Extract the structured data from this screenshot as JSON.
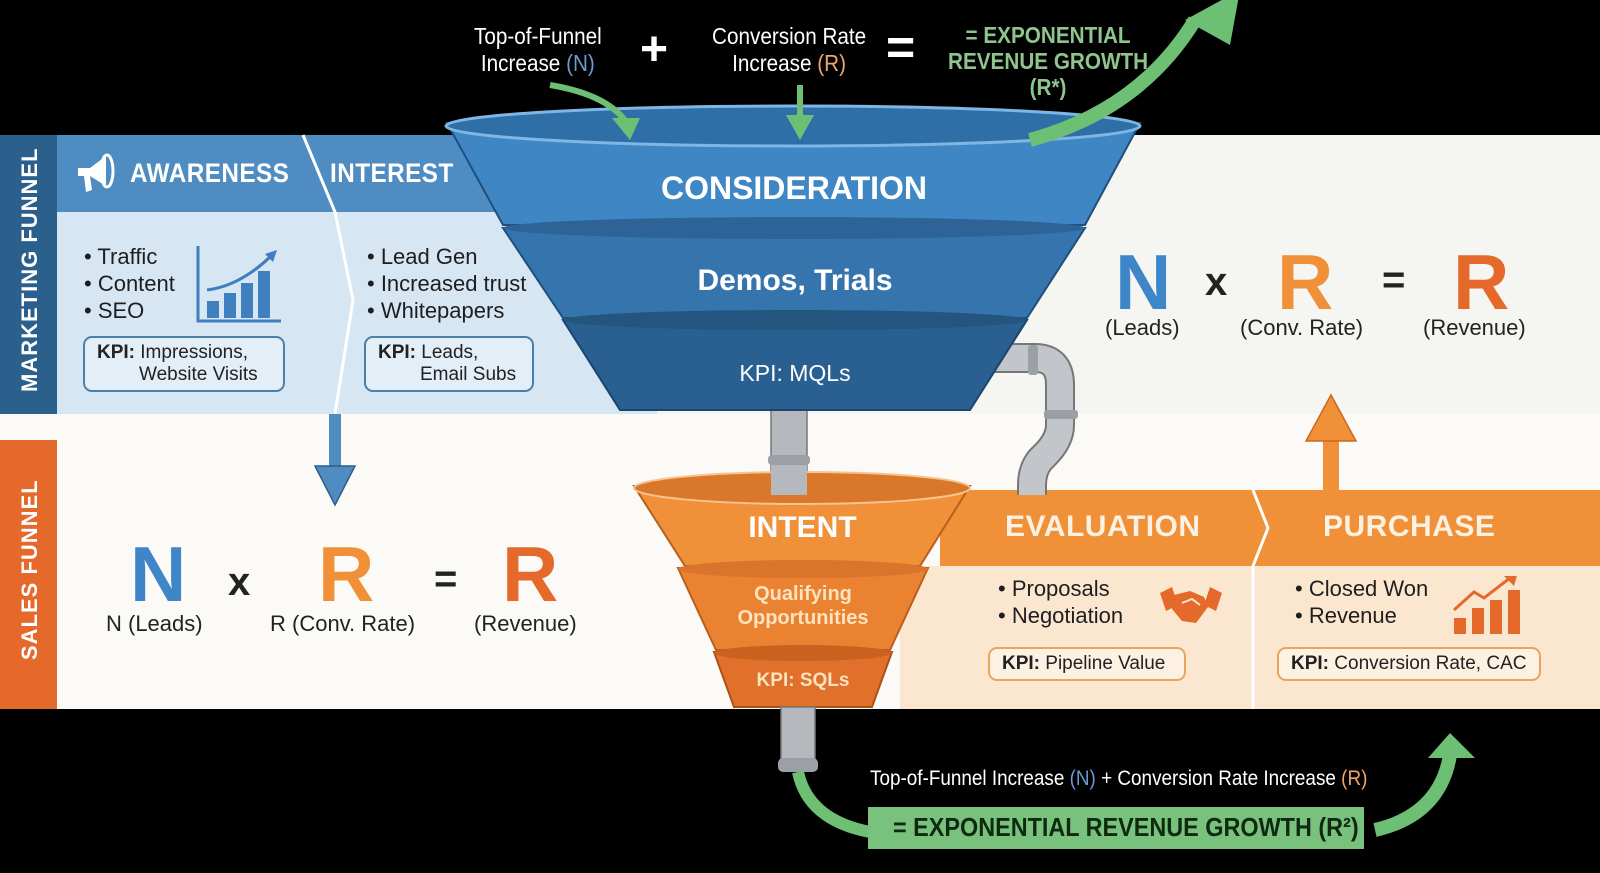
{
  "colors": {
    "blue": "#4e8cc2",
    "blue_dark": "#2b5f8c",
    "orange": "#f0913a",
    "orange_dark": "#e4692a",
    "green": "#6dbf73",
    "background": "#000000"
  },
  "header": {
    "term1_line1": "Top-of-Funnel",
    "term1_line2": "Increase",
    "term1_var": "(N)",
    "plus": "+",
    "term2_line1": "Conversion Rate",
    "term2_line2": "Increase",
    "term2_var": "(R)",
    "equals": "=",
    "result_line1": "= EXPONENTIAL",
    "result_line2": "REVENUE GROWTH",
    "result_line3": "(R*)"
  },
  "marketing_funnel": {
    "side_label": "MARKETING FUNNEL",
    "awareness": {
      "title": "AWARENESS",
      "icon": "megaphone-icon",
      "bullets": [
        "• Traffic",
        "• Content",
        "• SEO"
      ],
      "chart_icon": "bar-chart-growth-icon",
      "kpi_label": "KPI:",
      "kpi_line1": "Impressions,",
      "kpi_line2": "Website Visits"
    },
    "interest": {
      "title": "INTEREST",
      "bullets": [
        "• Lead Gen",
        "• Increased trust",
        "• Whitepapers"
      ],
      "kpi_label": "KPI:",
      "kpi_line1": "Leads,",
      "kpi_line2": "Email Subs"
    },
    "consideration_funnel": {
      "tier1": "CONSIDERATION",
      "tier2": "Demos, Trials",
      "tier3": "KPI: MQLs"
    }
  },
  "formula_top": {
    "n": "N",
    "n_caption": "(Leads)",
    "times": "x",
    "r": "R",
    "r_caption": "(Conv. Rate)",
    "equals": "=",
    "result": "R",
    "result_caption": "(Revenue)"
  },
  "sales_funnel": {
    "side_label": "SALES FUNNEL",
    "formula": {
      "n": "N",
      "n_caption": "N (Leads)",
      "times": "x",
      "r": "R",
      "r_caption": "R (Conv. Rate)",
      "equals": "=",
      "result": "R",
      "result_caption": "(Revenue)"
    },
    "intent_funnel": {
      "tier1": "INTENT",
      "tier2_line1": "Qualifying",
      "tier2_line2": "Opportunities",
      "tier3": "KPI: SQLs"
    },
    "evaluation": {
      "title": "EVALUATION",
      "bullets": [
        "• Proposals",
        "• Negotiation"
      ],
      "icon": "handshake-icon",
      "kpi_label": "KPI:",
      "kpi_value": "Pipeline Value"
    },
    "purchase": {
      "title": "PURCHASE",
      "bullets": [
        "• Closed Won",
        "• Revenue"
      ],
      "icon": "revenue-growth-chart-icon",
      "kpi_label": "KPI:",
      "kpi_value": "Conversion Rate, CAC"
    }
  },
  "footer": {
    "line_part1": "Top-of-Funnel Increase ",
    "line_n": "(N)",
    "line_part2": " + Conversion Rate Increase ",
    "line_r": "(R)",
    "banner": "= EXPONENTIAL REVENUE GROWTH (R²)"
  }
}
